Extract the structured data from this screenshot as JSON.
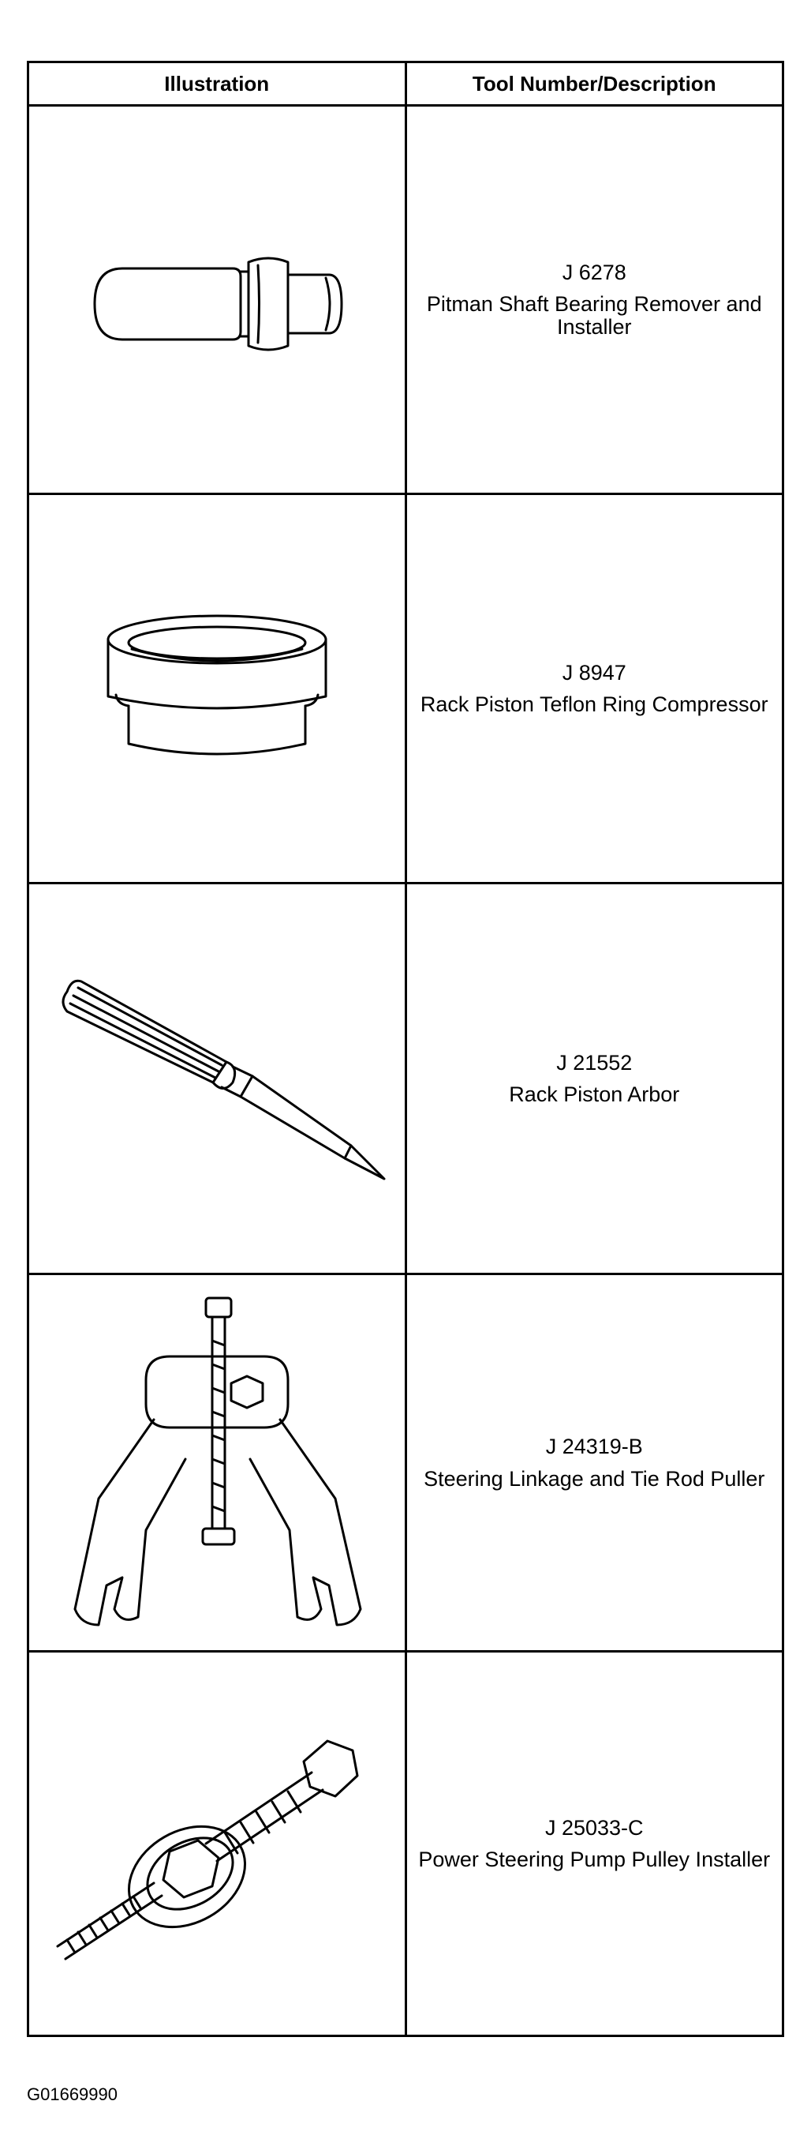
{
  "table": {
    "headers": {
      "illustration": "Illustration",
      "description": "Tool Number/Description"
    },
    "rows": [
      {
        "number": "J 6278",
        "description": "Pitman Shaft Bearing Remover and Installer",
        "icon": "bearing-remover-icon"
      },
      {
        "number": "J 8947",
        "description": "Rack Piston Teflon Ring Compressor",
        "icon": "ring-compressor-icon"
      },
      {
        "number": "J 21552",
        "description": "Rack Piston Arbor",
        "icon": "piston-arbor-icon"
      },
      {
        "number": "J 24319-B",
        "description": "Steering Linkage and Tie Rod Puller",
        "icon": "tie-rod-puller-icon"
      },
      {
        "number": "J 25033-C",
        "description": "Power Steering Pump Pulley Installer",
        "icon": "pulley-installer-icon"
      }
    ]
  },
  "figure_code": "G01669990"
}
